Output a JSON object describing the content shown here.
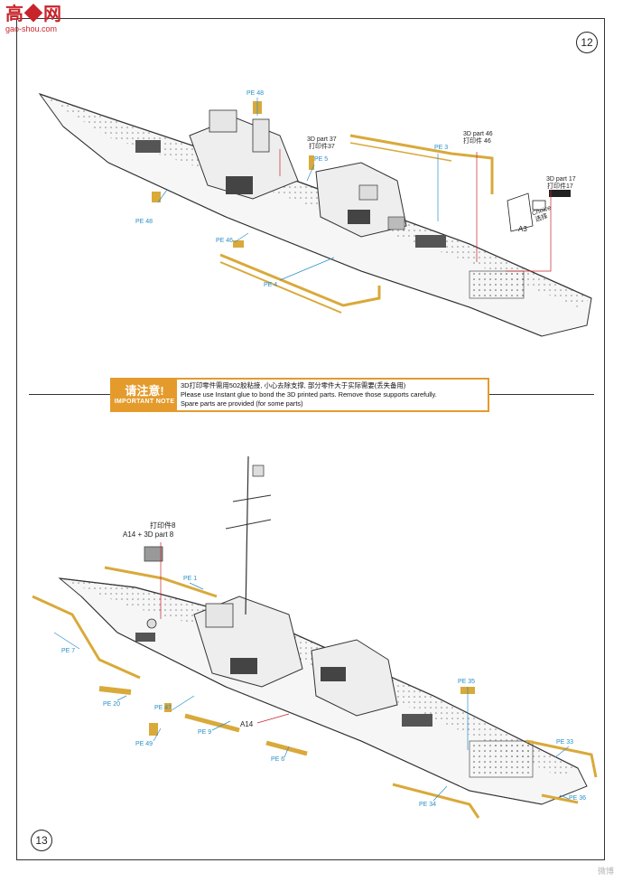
{
  "logo": {
    "main": "高◆网",
    "sub": "gao-shou.com"
  },
  "steps": {
    "top": "12",
    "bottom": "13"
  },
  "note": {
    "badge_cn": "请注意!",
    "badge_en": "IMPORTANT NOTE",
    "line1": "3D打印零件需用502胶粘接, 小心去除支撑, 部分零件大于实际需要(丢失备用)",
    "line2": "Please use Instant glue to bond the 3D printed parts. Remove those supports carefully.",
    "line3": "Spare parts are provided (for some parts)"
  },
  "top_labels": {
    "pe48_top": "PE 48",
    "part37_en": "3D part 37",
    "part37_cn": "打印件37",
    "pe5": "PE 5",
    "pe3": "PE 3",
    "part46_en": "3D part 46",
    "part46_cn": "打印件 46",
    "part17_en": "3D part 17",
    "part17_cn": "打印件17",
    "choice_en": "Choice",
    "choice_cn": "选择",
    "a3": "A3",
    "pe48_left": "PE 48",
    "pe46": "PE 46",
    "pe4": "PE 4"
  },
  "bottom_labels": {
    "part8_cn": "打印件8",
    "part8_en": "A14 + 3D part 8",
    "pe1": "PE 1",
    "pe7": "PE 7",
    "pe20": "PE 20",
    "pe47": "PE 47",
    "pe9": "PE 9",
    "pe49": "PE 49",
    "a14": "A14",
    "pe6": "PE 6",
    "pe35": "PE 35",
    "pe33": "PE 33",
    "pe34": "PE 34",
    "pe36": "PE 36"
  },
  "watermark": "微博"
}
